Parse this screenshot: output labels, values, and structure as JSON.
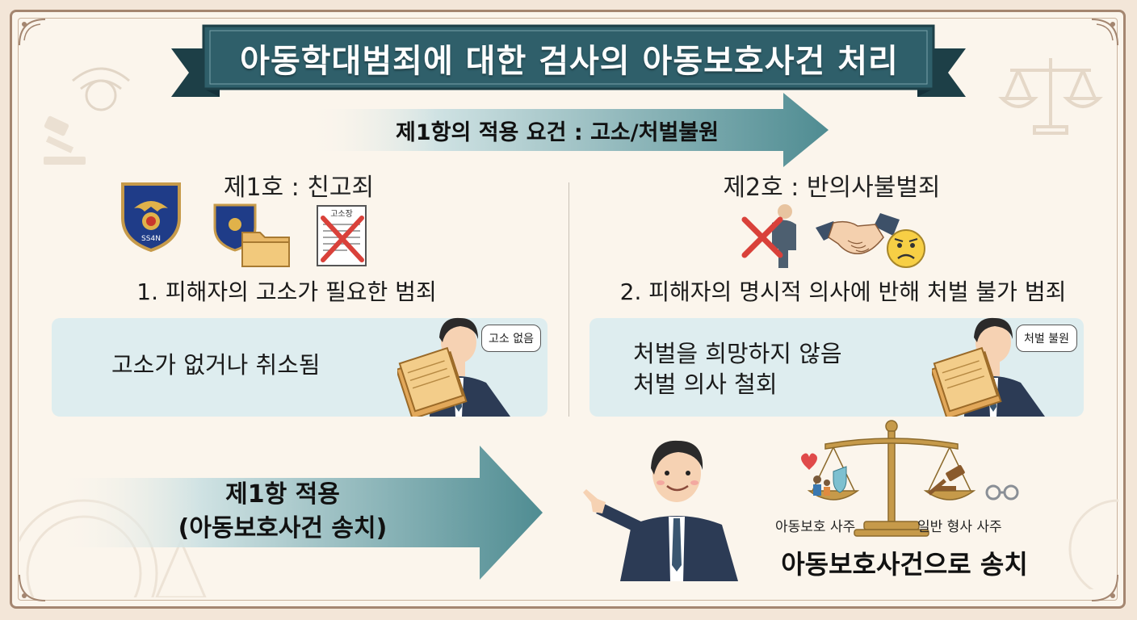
{
  "title": "아동학대범죄에 대한 검사의 아동보호사건 처리",
  "requirement": "제1항의 적용 요건 : 고소/처벌불원",
  "left": {
    "heading": "제1호 : 친고죄",
    "item": "1. 피해자의 고소가 필요한 범죄",
    "condition": "고소가 없거나 취소됨",
    "bubble": "고소 없음",
    "doc_label": "고소장",
    "badge_text": "SS4N"
  },
  "right": {
    "heading": "제2호 : 반의사불벌죄",
    "item": "2. 피해자의 명시적 의사에 반해 처벌 불가 범죄",
    "condition_line1": "처벌을 희망하지 않음",
    "condition_line2": "처벌 의사 철회",
    "bubble": "처벌 불원"
  },
  "bottom": {
    "arrow_line1": "제1항 적용",
    "arrow_line2": "(아동보호사건 송치)",
    "scale_left": "아동보호 사주",
    "scale_right": "일반 형사 사주",
    "conclusion": "아동보호사건으로 송치"
  },
  "colors": {
    "banner": "#2f5f6a",
    "banner_dark": "#1d3f47",
    "arrow": "#4f8c92",
    "panel": "#deedef",
    "gold": "#c69a4a",
    "red_x": "#d9413a"
  },
  "icons": [
    "police-badge-icon",
    "folder-icon",
    "crossed-document-icon",
    "crossed-person-icon",
    "handshake-icon",
    "worried-face-icon",
    "prosecutor-figure-icon",
    "scale-of-justice-icon",
    "heart-icon",
    "gavel-icon",
    "handcuffs-icon"
  ]
}
